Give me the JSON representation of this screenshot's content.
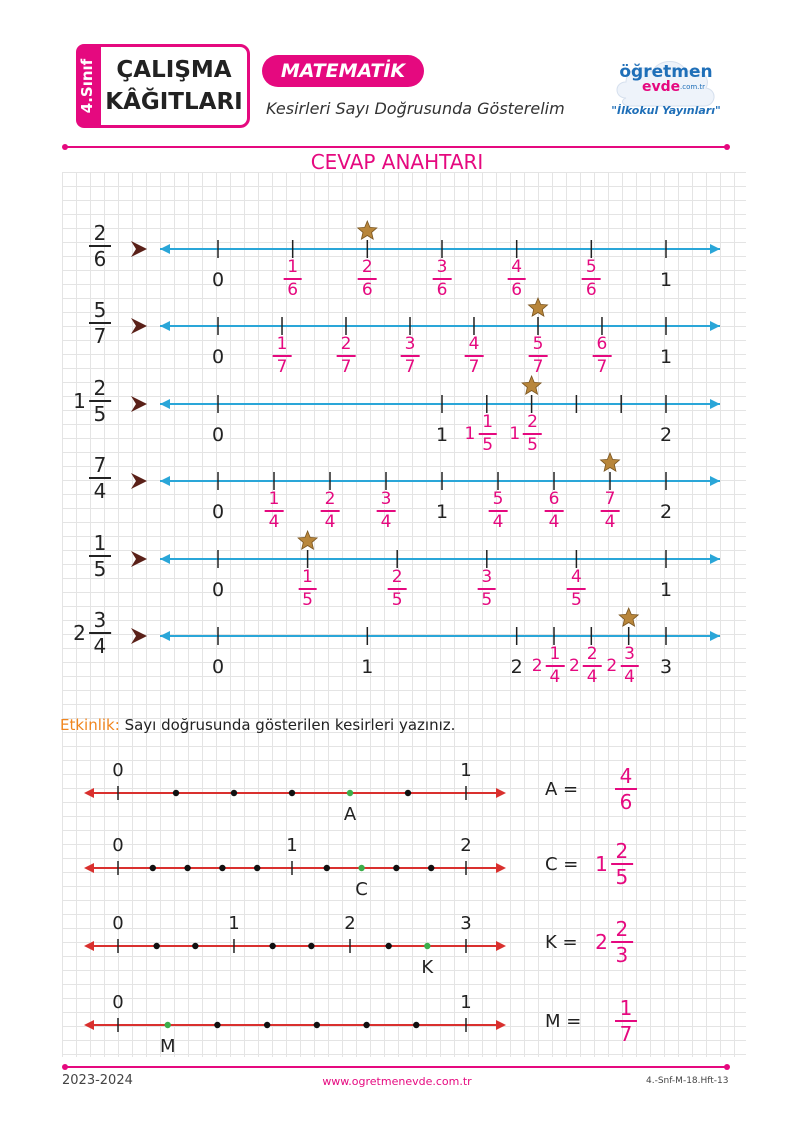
{
  "header": {
    "grade": "4.Sınıf",
    "title_line1": "ÇALIŞMA",
    "title_line2": "KÂĞITLARI",
    "subject": "MATEMATİK",
    "subtitle": "Kesirleri Sayı Doğrusunda Gösterelim",
    "logo_main1": "öğretmen",
    "logo_main2": "evde",
    "logo_domain": ".com.tr",
    "logo_tag": "\"İlkokul Yayınları\""
  },
  "answer_key_title": "CEVAP ANAHTARI",
  "exercises": [
    {
      "whole": "",
      "num": "2",
      "den": "6",
      "labels": [
        {
          "t": "0",
          "p": 0,
          "k": "i"
        },
        {
          "t": "1",
          "p": 1,
          "k": "i"
        },
        {
          "n": "1",
          "d": "6",
          "p": 0.1667
        },
        {
          "n": "2",
          "d": "6",
          "p": 0.3333
        },
        {
          "n": "3",
          "d": "6",
          "p": 0.5
        },
        {
          "n": "4",
          "d": "6",
          "p": 0.6667
        },
        {
          "n": "5",
          "d": "6",
          "p": 0.8333
        }
      ],
      "ticks": [
        0,
        0.1667,
        0.3333,
        0.5,
        0.6667,
        0.8333,
        1
      ],
      "star": 0.3333
    },
    {
      "whole": "",
      "num": "5",
      "den": "7",
      "labels": [
        {
          "t": "0",
          "p": 0,
          "k": "i"
        },
        {
          "t": "1",
          "p": 1,
          "k": "i"
        },
        {
          "n": "1",
          "d": "7",
          "p": 0.1429
        },
        {
          "n": "2",
          "d": "7",
          "p": 0.2857
        },
        {
          "n": "3",
          "d": "7",
          "p": 0.4286
        },
        {
          "n": "4",
          "d": "7",
          "p": 0.5714
        },
        {
          "n": "5",
          "d": "7",
          "p": 0.7143
        },
        {
          "n": "6",
          "d": "7",
          "p": 0.8571
        }
      ],
      "ticks": [
        0,
        0.1429,
        0.2857,
        0.4286,
        0.5714,
        0.7143,
        0.8571,
        1
      ],
      "star": 0.7143
    },
    {
      "whole": "1",
      "num": "2",
      "den": "5",
      "labels": [
        {
          "t": "0",
          "p": 0,
          "k": "i"
        },
        {
          "t": "1",
          "p": 0.5,
          "k": "i"
        },
        {
          "t": "2",
          "p": 1,
          "k": "i"
        },
        {
          "w": "1",
          "n": "1",
          "d": "5",
          "p": 0.6
        },
        {
          "w": "1",
          "n": "2",
          "d": "5",
          "p": 0.7
        }
      ],
      "ticks": [
        0,
        0.5,
        0.6,
        0.7,
        0.8,
        0.9,
        1
      ],
      "star": 0.7
    },
    {
      "whole": "",
      "num": "7",
      "den": "4",
      "labels": [
        {
          "t": "0",
          "p": 0,
          "k": "i"
        },
        {
          "t": "1",
          "p": 0.5,
          "k": "i"
        },
        {
          "t": "2",
          "p": 1,
          "k": "i"
        },
        {
          "n": "1",
          "d": "4",
          "p": 0.125
        },
        {
          "n": "2",
          "d": "4",
          "p": 0.25
        },
        {
          "n": "3",
          "d": "4",
          "p": 0.375
        },
        {
          "n": "5",
          "d": "4",
          "p": 0.625
        },
        {
          "n": "6",
          "d": "4",
          "p": 0.75
        },
        {
          "n": "7",
          "d": "4",
          "p": 0.875
        }
      ],
      "ticks": [
        0,
        0.125,
        0.25,
        0.375,
        0.5,
        0.625,
        0.75,
        0.875,
        1
      ],
      "star": 0.875
    },
    {
      "whole": "",
      "num": "1",
      "den": "5",
      "labels": [
        {
          "t": "0",
          "p": 0,
          "k": "i"
        },
        {
          "t": "1",
          "p": 1,
          "k": "i"
        },
        {
          "n": "1",
          "d": "5",
          "p": 0.2
        },
        {
          "n": "2",
          "d": "5",
          "p": 0.4
        },
        {
          "n": "3",
          "d": "5",
          "p": 0.6
        },
        {
          "n": "4",
          "d": "5",
          "p": 0.8
        }
      ],
      "ticks": [
        0,
        0.2,
        0.4,
        0.6,
        0.8,
        1
      ],
      "star": 0.2
    },
    {
      "whole": "2",
      "num": "3",
      "den": "4",
      "labels": [
        {
          "t": "0",
          "p": 0,
          "k": "i"
        },
        {
          "t": "1",
          "p": 0.3333,
          "k": "i"
        },
        {
          "t": "2",
          "p": 0.6667,
          "k": "i"
        },
        {
          "t": "3",
          "p": 1,
          "k": "i"
        },
        {
          "w": "2",
          "n": "1",
          "d": "4",
          "p": 0.75
        },
        {
          "w": "2",
          "n": "2",
          "d": "4",
          "p": 0.8333
        },
        {
          "w": "2",
          "n": "3",
          "d": "4",
          "p": 0.9167
        }
      ],
      "ticks": [
        0,
        0.3333,
        0.6667,
        0.75,
        0.8333,
        0.9167,
        1
      ],
      "star": 0.9167
    }
  ],
  "activity": {
    "label": "Etkinlik:",
    "instruction": "Sayı doğrusunda gösterilen kesirleri yazınız.",
    "lines": [
      {
        "letter": "A",
        "eq": "=",
        "whole": "",
        "num": "4",
        "den": "6",
        "numbers": [
          {
            "t": "0",
            "p": 0
          },
          {
            "t": "1",
            "p": 1
          }
        ],
        "dots": [
          0.1667,
          0.3333,
          0.5,
          0.6667,
          0.8333
        ],
        "green": 0.6667
      },
      {
        "letter": "C",
        "eq": "=",
        "whole": "1",
        "num": "2",
        "den": "5",
        "numbers": [
          {
            "t": "0",
            "p": 0
          },
          {
            "t": "1",
            "p": 0.5
          },
          {
            "t": "2",
            "p": 1
          }
        ],
        "dots": [
          0.1,
          0.2,
          0.3,
          0.4,
          0.6,
          0.7,
          0.8,
          0.9
        ],
        "green": 0.7
      },
      {
        "letter": "K",
        "eq": "=",
        "whole": "2",
        "num": "2",
        "den": "3",
        "numbers": [
          {
            "t": "0",
            "p": 0
          },
          {
            "t": "1",
            "p": 0.3333
          },
          {
            "t": "2",
            "p": 0.6667
          },
          {
            "t": "3",
            "p": 1
          }
        ],
        "dots": [
          0.1111,
          0.2222,
          0.4444,
          0.5556,
          0.7778,
          0.8889
        ],
        "green": 0.8889
      },
      {
        "letter": "M",
        "eq": "=",
        "whole": "",
        "num": "1",
        "den": "7",
        "numbers": [
          {
            "t": "0",
            "p": 0
          },
          {
            "t": "1",
            "p": 1
          }
        ],
        "dots": [
          0.1429,
          0.2857,
          0.4286,
          0.5714,
          0.7143,
          0.8571
        ],
        "green": 0.1429
      }
    ]
  },
  "footer": {
    "year": "2023-2024",
    "website": "www.ogretmenevde.com.tr",
    "code": "4.-Snf-M-18.Hft-13"
  },
  "colors": {
    "magenta": "#e5097f",
    "blue": "#2aa6d8",
    "red": "#d9302e",
    "green": "#3cae4b",
    "star": "#b8863b",
    "arrow": "#5a2018",
    "orange": "#f0851e"
  }
}
